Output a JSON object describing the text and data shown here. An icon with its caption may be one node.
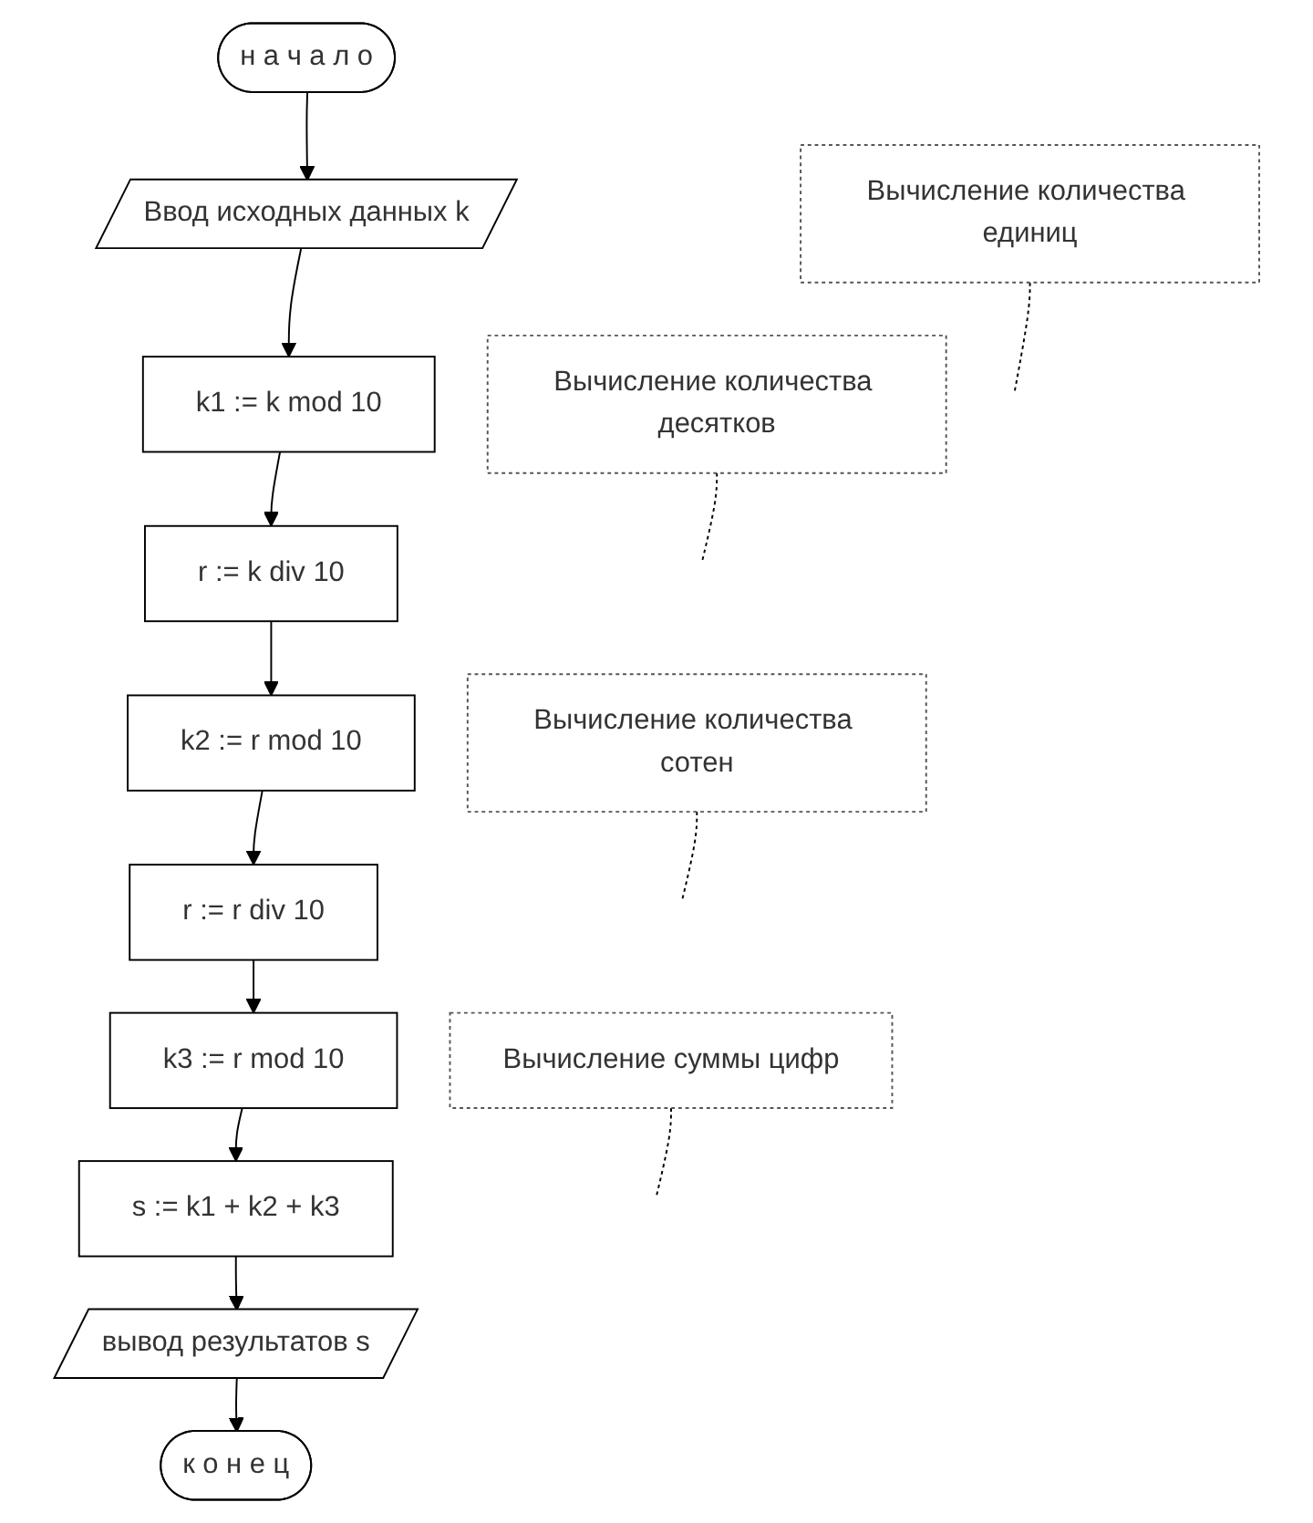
{
  "diagram": {
    "nodes": [
      {
        "text": [
          "н а ч а л о"
        ]
      },
      {
        "text": [
          "Ввод исходных данных k"
        ]
      },
      {
        "text": [
          "k1 := k mod 10"
        ]
      },
      {
        "text": [
          "r := k div 10"
        ]
      },
      {
        "text": [
          "k2 := r mod 10"
        ]
      },
      {
        "text": [
          "r := r div 10"
        ]
      },
      {
        "text": [
          "k3 := r mod 10"
        ]
      },
      {
        "text": [
          "s := k1 + k2 + k3"
        ]
      },
      {
        "text": [
          "вывод результатов s"
        ]
      },
      {
        "text": [
          "к о н е ц"
        ]
      },
      {
        "text": [
          "Вычисление количества единиц"
        ]
      },
      {
        "text": [
          "Вычисление количества десятков"
        ]
      },
      {
        "text": [
          "Вычисление количества сотен"
        ]
      },
      {
        "text": [
          "Вычисление суммы цифр"
        ]
      }
    ],
    "edges": [
      {
        "from": 0,
        "to": 1,
        "arrow": "to"
      },
      {
        "from": 1,
        "to": 2,
        "arrow": "to"
      },
      {
        "from": 2,
        "to": 3,
        "arrow": "to"
      },
      {
        "from": 3,
        "to": 4,
        "arrow": "to"
      },
      {
        "from": 4,
        "to": 5,
        "arrow": "to"
      },
      {
        "from": 5,
        "to": 6,
        "arrow": "to"
      },
      {
        "from": 6,
        "to": 7,
        "arrow": "to"
      },
      {
        "from": 7,
        "to": 8,
        "arrow": "to"
      },
      {
        "from": 8,
        "to": 9,
        "arrow": "to"
      },
      {
        "from": 10,
        "to": null,
        "arrow": "none",
        "style": "dashed"
      },
      {
        "from": 11,
        "to": null,
        "arrow": "none",
        "style": "dashed"
      },
      {
        "from": 12,
        "to": null,
        "arrow": "none",
        "style": "dashed"
      },
      {
        "from": 13,
        "to": null,
        "arrow": "none",
        "style": "dashed"
      }
    ]
  }
}
